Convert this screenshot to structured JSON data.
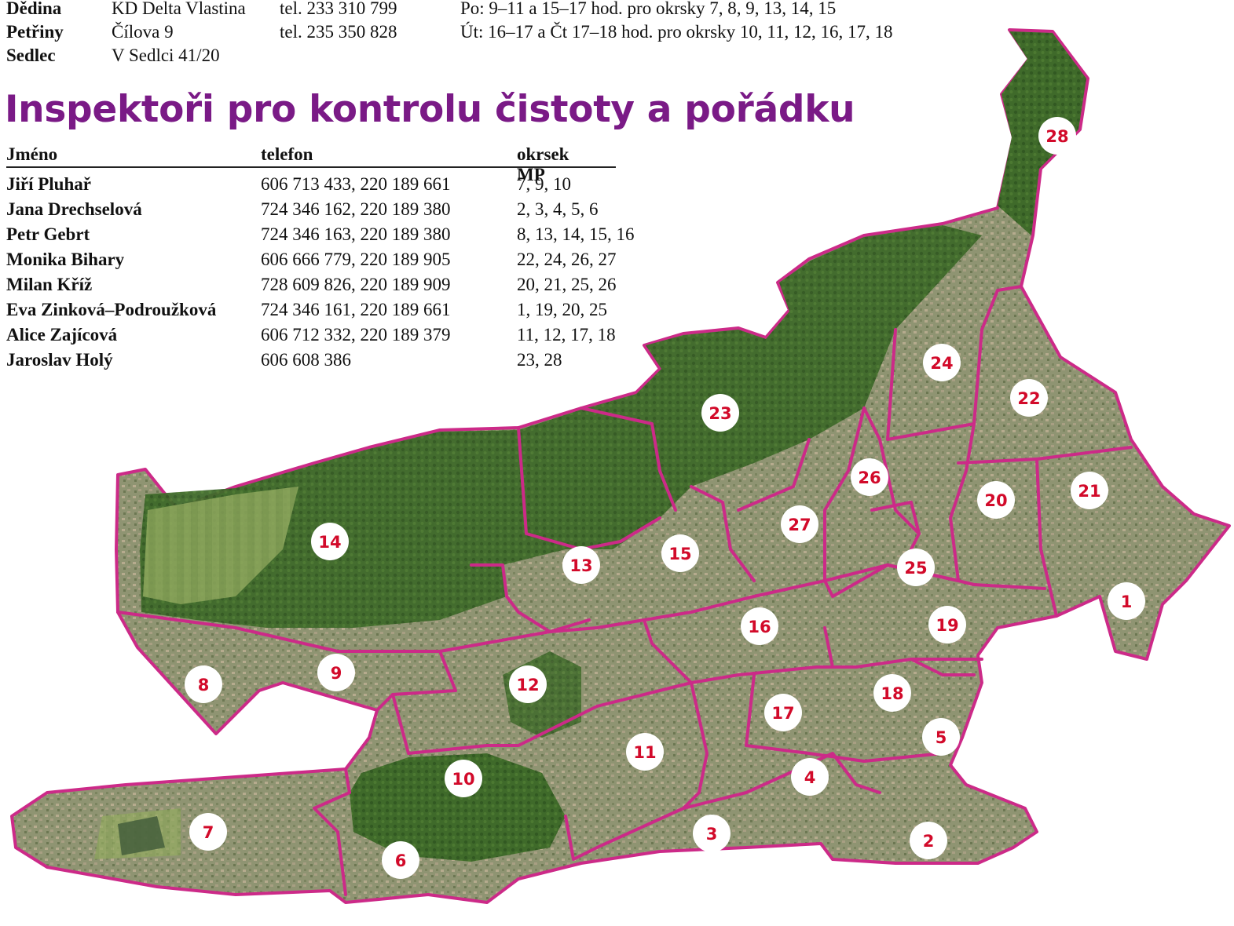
{
  "offices": [
    {
      "name": "Dědina",
      "address": "KD Delta Vlastina",
      "phone": "tel. 233 310 799",
      "hours": "Po: 9–11 a 15–17 hod. pro okrsky 7, 8, 9, 13, 14, 15"
    },
    {
      "name": "Petřiny",
      "address": "Čílova 9",
      "phone": "tel. 235 350 828",
      "hours": "Út: 16–17 a Čt 17–18 hod. pro okrsky 10, 11, 12, 16, 17, 18"
    },
    {
      "name": "Sedlec",
      "address": "V Sedlci 41/20",
      "phone": "",
      "hours": ""
    }
  ],
  "title": "Inspektoři pro kontrolu čistoty a pořádku",
  "inspectors": {
    "headers": {
      "name": "Jméno",
      "phone": "telefon",
      "districts": "okrsek MP"
    },
    "rows": [
      {
        "name": "Jiří Pluhař",
        "phone": "606 713 433, 220 189 661",
        "districts": "7, 9, 10"
      },
      {
        "name": "Jana Drechselová",
        "phone": "724 346 162, 220 189 380",
        "districts": "2, 3, 4, 5, 6"
      },
      {
        "name": "Petr Gebrt",
        "phone": "724 346 163, 220 189 380",
        "districts": "8, 13, 14, 15, 16"
      },
      {
        "name": "Monika Bihary",
        "phone": "606 666 779, 220 189 905",
        "districts": "22, 24, 26, 27"
      },
      {
        "name": "Milan Kříž",
        "phone": "728 609 826, 220 189 909",
        "districts": "20, 21, 25, 26"
      },
      {
        "name": "Eva Zinková–Podroužková",
        "phone": "724 346 161, 220 189 661",
        "districts": "1, 19, 20, 25"
      },
      {
        "name": "Alice Zajícová",
        "phone": "606 712 332, 220 189 379",
        "districts": "11, 12, 17, 18"
      },
      {
        "name": "Jaroslav Holý",
        "phone": "606 608 386",
        "districts": "23, 28"
      }
    ]
  },
  "map": {
    "border_color": "#cc2a88",
    "marker_text_color": "#d20a2a",
    "land_colors": {
      "urban": "#8f9472",
      "forest": "#3f6a2a",
      "meadow": "#8aa35a"
    },
    "districts": [
      "1",
      "2",
      "3",
      "4",
      "5",
      "6",
      "7",
      "8",
      "9",
      "10",
      "11",
      "12",
      "13",
      "14",
      "15",
      "16",
      "17",
      "18",
      "19",
      "20",
      "21",
      "22",
      "23",
      "24",
      "25",
      "26",
      "27",
      "28"
    ]
  }
}
